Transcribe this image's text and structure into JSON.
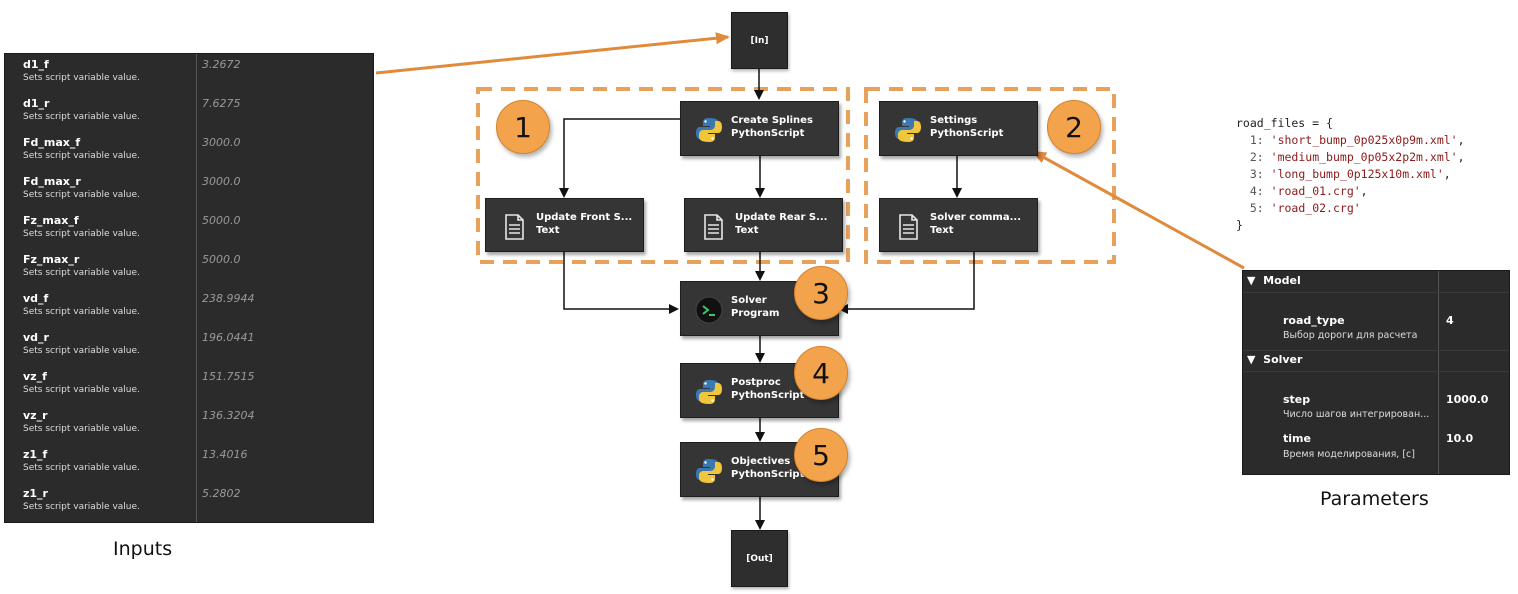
{
  "inputs_panel": {
    "caption": "Inputs",
    "rows": [
      {
        "name": "d1_f",
        "desc": "Sets script variable value.",
        "value": "3.2672"
      },
      {
        "name": "d1_r",
        "desc": "Sets script variable value.",
        "value": "7.6275"
      },
      {
        "name": "Fd_max_f",
        "desc": "Sets script variable value.",
        "value": "3000.0"
      },
      {
        "name": "Fd_max_r",
        "desc": "Sets script variable value.",
        "value": "3000.0"
      },
      {
        "name": "Fz_max_f",
        "desc": "Sets script variable value.",
        "value": "5000.0"
      },
      {
        "name": "Fz_max_r",
        "desc": "Sets script variable value.",
        "value": "5000.0"
      },
      {
        "name": "vd_f",
        "desc": "Sets script variable value.",
        "value": "238.9944"
      },
      {
        "name": "vd_r",
        "desc": "Sets script variable value.",
        "value": "196.0441"
      },
      {
        "name": "vz_f",
        "desc": "Sets script variable value.",
        "value": "151.7515"
      },
      {
        "name": "vz_r",
        "desc": "Sets script variable value.",
        "value": "136.3204"
      },
      {
        "name": "z1_f",
        "desc": "Sets script variable value.",
        "value": "13.4016"
      },
      {
        "name": "z1_r",
        "desc": "Sets script variable value.",
        "value": "5.2802"
      }
    ]
  },
  "workflow": {
    "in_label": "[In]",
    "out_label": "[Out]",
    "nodes": {
      "create_splines": {
        "title": "Create Splines",
        "type": "PythonScript",
        "icon": "python-icon"
      },
      "settings": {
        "title": "Settings",
        "type": "PythonScript",
        "icon": "python-icon"
      },
      "update_front": {
        "title": "Update Front S...",
        "type": "Text",
        "icon": "document-icon"
      },
      "update_rear": {
        "title": "Update Rear S...",
        "type": "Text",
        "icon": "document-icon"
      },
      "solver_command": {
        "title": "Solver comma...",
        "type": "Text",
        "icon": "document-icon"
      },
      "solver": {
        "title": "Solver",
        "type": "Program",
        "icon": "terminal-icon"
      },
      "postproc": {
        "title": "Postproc",
        "type": "PythonScript",
        "icon": "python-icon"
      },
      "objectives": {
        "title": "Objectives",
        "type": "PythonScript",
        "icon": "python-icon"
      }
    },
    "badges": [
      "1",
      "2",
      "3",
      "4",
      "5"
    ],
    "colors": {
      "badge": "#f2a34c",
      "group_border": "#e8a05a",
      "arrow": "#e08a3c",
      "node_bg": "#353535"
    }
  },
  "code": {
    "head": "road_files = {",
    "entries": [
      {
        "key": "1:",
        "value": "'short_bump_0p025x0p9m.xml'",
        "sep": ","
      },
      {
        "key": "2:",
        "value": "'medium_bump_0p05x2p2m.xml'",
        "sep": ","
      },
      {
        "key": "3:",
        "value": "'long_bump_0p125x10m.xml'",
        "sep": ","
      },
      {
        "key": "4:",
        "value": "'road_01.crg'",
        "sep": ","
      },
      {
        "key": "5:",
        "value": "'road_02.crg'",
        "sep": ""
      }
    ],
    "tail": "}"
  },
  "params_panel": {
    "caption": "Parameters",
    "sections": [
      {
        "title": "Model",
        "items": [
          {
            "name": "road_type",
            "desc": "Выбор дороги для расчета",
            "value": "4"
          }
        ]
      },
      {
        "title": "Solver",
        "items": [
          {
            "name": "step",
            "desc": "Число шагов интегрирован...",
            "value": "1000.0"
          },
          {
            "name": "time",
            "desc": "Время моделирования, [c]",
            "value": "10.0"
          }
        ]
      }
    ]
  }
}
